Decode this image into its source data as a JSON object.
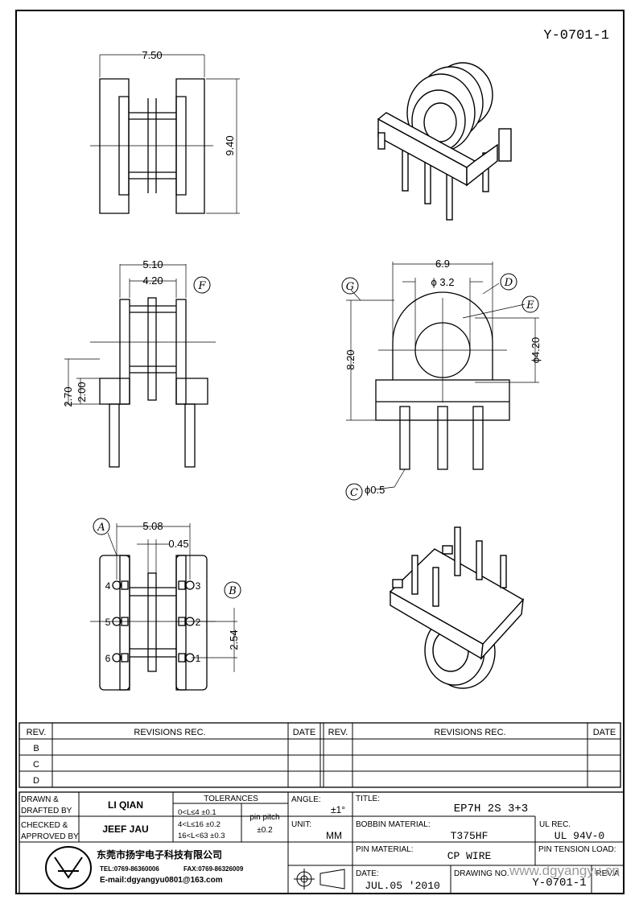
{
  "drawing": {
    "code": "Y-0701-1",
    "watermark": "www.dgyangyu.cn"
  },
  "views": {
    "top": {
      "width_dim": "7.50",
      "height_dim": "9.40"
    },
    "side": {
      "outer_dim": "5.10",
      "inner_dim": "4.20",
      "callout_f": "F",
      "dim_270": "2.70",
      "dim_200": "2.00"
    },
    "front": {
      "width_dim": "6.9",
      "bore_dim": "ϕ 3.2",
      "height_dim": "8.20",
      "flange_dim": "ϕ4.20",
      "pin_dim": "ϕ0.5",
      "callout_g": "G",
      "callout_d": "D",
      "callout_e": "E",
      "callout_c": "C"
    },
    "bottom": {
      "pitch_dim": "5.08",
      "gap_dim": "0.45",
      "row_pitch_dim": "2.54",
      "callout_a": "A",
      "callout_b": "B",
      "pins": [
        "4",
        "3",
        "5",
        "2",
        "6",
        "1"
      ]
    }
  },
  "revisions": {
    "col_rev": "REV.",
    "col_revisions": "REVISIONS   REC.",
    "col_date": "DATE",
    "rows": [
      "B",
      "C",
      "D"
    ]
  },
  "title_block": {
    "drawn_label": "DRAWN &\nDRAFTED BY",
    "drawn_label_1": "DRAWN &",
    "drawn_label_2": "DRAFTED BY",
    "drawn_value": "LI QIAN",
    "checked_label_1": "CHECKED &",
    "checked_label_2": "APPROVED BY",
    "checked_value": "JEEF JAU",
    "tolerances_label": "TOLERANCES",
    "tol_1": "0<L≤4   ±0.1",
    "tol_2": "4<L≤16 ±0.2",
    "tol_3": "16<L<63 ±0.3",
    "pin_pitch_label": "pin pitch",
    "pin_pitch_value": "±0.2",
    "angle_label": "ANGLE:",
    "angle_value": "±1°",
    "unit_label": "UNIT:",
    "unit_value": "MM",
    "title_label": "TITLE:",
    "title_value": "EP7H 2S 3+3",
    "bobbin_label": "BOBBIN MATERIAL:",
    "bobbin_value": "T375HF",
    "ul_label": "UL REC.",
    "ul_value": "UL 94V-0",
    "pin_material_label": "PIN MATERIAL:",
    "pin_material_value": "CP WIRE",
    "pin_tension_label": "PIN TENSION LOAD:",
    "date_label": "DATE:",
    "date_value": "JUL.05 '2010",
    "drawing_no_label": "DRAWING NO.",
    "drawing_no_value": "Y-0701-1",
    "rev_label": "REV.A",
    "company_name": "东莞市扬宇电子科技有限公司",
    "company_tel": "TEL:0769-86360006",
    "company_fax": "FAX:0769-86326009",
    "company_email": "E-mail:dgyangyu0801@163.com"
  },
  "colors": {
    "ink": "#000000",
    "watermark": "#9a9a9a"
  }
}
